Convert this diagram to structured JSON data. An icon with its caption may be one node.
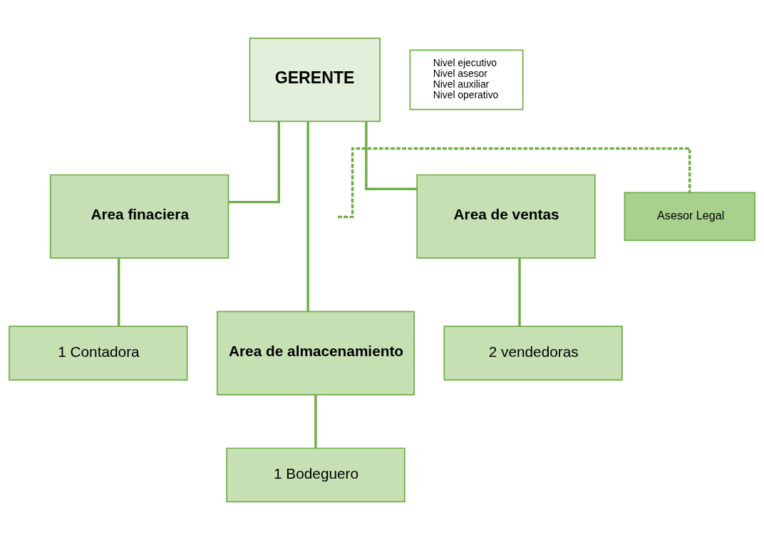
{
  "diagram": {
    "nodes": [
      {
        "text": [
          "GERENTE"
        ]
      },
      {
        "text": [
          "Nivel ejecutivo",
          "Nivel asesor",
          "Nivel auxiliar",
          "Nivel operativo"
        ]
      },
      {
        "text": [
          "Asesor Legal"
        ]
      },
      {
        "text": [
          "Area finaciera"
        ]
      },
      {
        "text": [
          "Area de almacenamiento"
        ]
      },
      {
        "text": [
          "Area de ventas"
        ]
      },
      {
        "text": [
          "1 Contadora"
        ]
      },
      {
        "text": [
          "1 Bodeguero"
        ]
      },
      {
        "text": [
          "2 vendedoras"
        ]
      }
    ],
    "edges": [
      {
        "from": null,
        "to": 2,
        "arrow": "none",
        "style": "dashed"
      },
      {
        "from": 0,
        "to": 3,
        "arrow": "none"
      },
      {
        "from": 0,
        "to": 4,
        "arrow": "none"
      },
      {
        "from": 0,
        "to": 5,
        "arrow": "none"
      },
      {
        "from": 3,
        "to": 6,
        "arrow": "none"
      },
      {
        "from": 4,
        "to": 7,
        "arrow": "none"
      },
      {
        "from": 5,
        "to": 8,
        "arrow": "none"
      }
    ]
  }
}
